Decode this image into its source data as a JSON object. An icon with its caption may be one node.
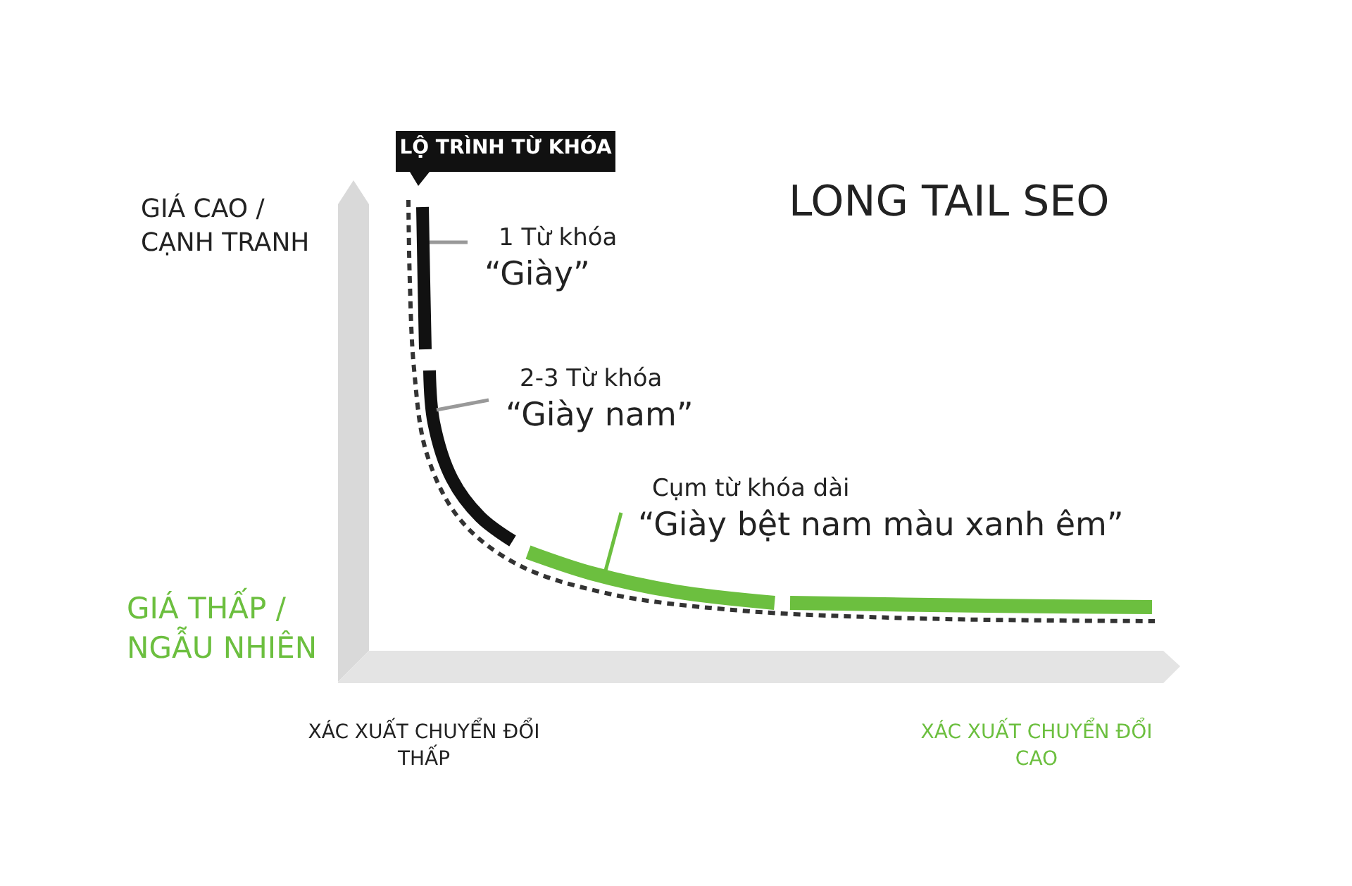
{
  "diagram": {
    "title": "LONG TAIL SEO",
    "nodes": [
      {
        "text": [
          "LỘ TRÌNH TỪ KHÓA"
        ]
      },
      {
        "text": [
          "1 Từ khóa",
          "“Giày”"
        ]
      },
      {
        "text": [
          "2-3 Từ khóa",
          "“Giày nam”"
        ]
      },
      {
        "text": [
          "Cụm từ khóa dài",
          "“Giày bệt nam màu xanh êm”"
        ]
      },
      {
        "text": [],
        "shape": "bar"
      },
      {
        "text": [],
        "shape": "bar"
      },
      {
        "text": [],
        "shape": "bar"
      },
      {
        "text": [],
        "shape": "bar"
      }
    ],
    "edges": [
      {
        "from": 1,
        "to": 4,
        "arrow": "none"
      },
      {
        "from": 2,
        "to": 5,
        "arrow": "none"
      },
      {
        "from": 3,
        "to": 6,
        "arrow": "none",
        "color": "#6cbf3f"
      }
    ],
    "labels": [
      "GIÁ CAO / CẠNH TRANH",
      "GIÁ THẤP / NGẪU NHIÊN",
      "XÁC XUẤT CHUYỂN ĐỔI THẤP",
      "XÁC XUẤT CHUYỂN ĐỔI CAO"
    ]
  }
}
